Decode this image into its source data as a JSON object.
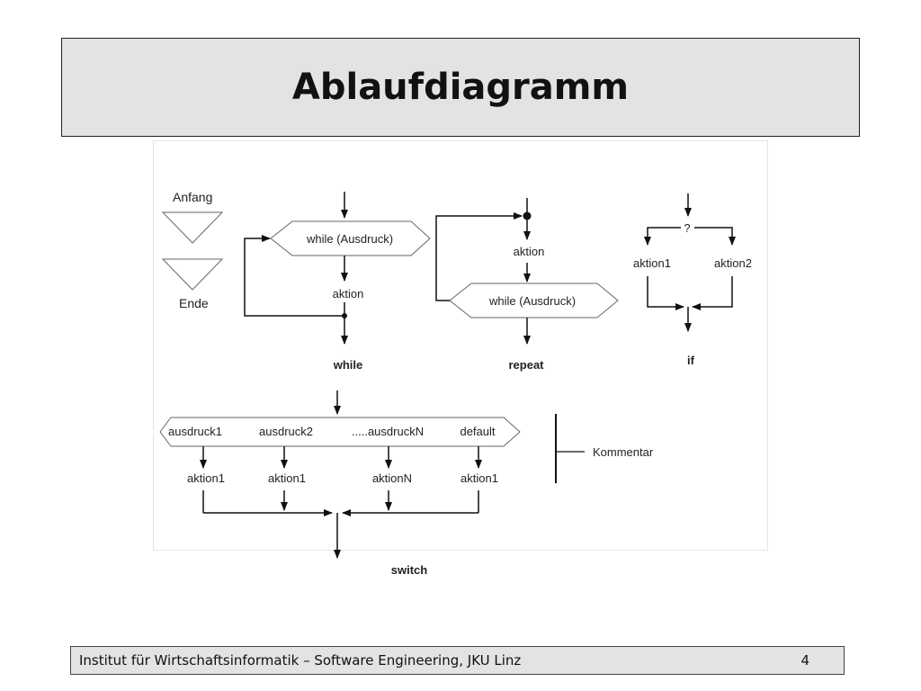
{
  "slide": {
    "title": "Ablaufdiagramm",
    "page_number": "4",
    "footer": "Institut für Wirtschaftsinformatik – Software Engineering, JKU Linz"
  },
  "diagram": {
    "legend": {
      "start": "Anfang",
      "end": "Ende"
    },
    "while_block": {
      "condition": "while (Ausdruck)",
      "action": "aktion",
      "caption": "while"
    },
    "repeat_block": {
      "action": "aktion",
      "condition": "while (Ausdruck)",
      "caption": "repeat"
    },
    "if_block": {
      "question": "?",
      "action_left": "aktion1",
      "action_right": "aktion2",
      "caption": "if"
    },
    "switch_block": {
      "cases": [
        "ausdruck1",
        "ausdruck2",
        ".....ausdruckN",
        "default"
      ],
      "actions": [
        "aktion1",
        "aktion1",
        "aktionN",
        "aktion1"
      ],
      "caption": "switch"
    },
    "comment": "Kommentar"
  }
}
